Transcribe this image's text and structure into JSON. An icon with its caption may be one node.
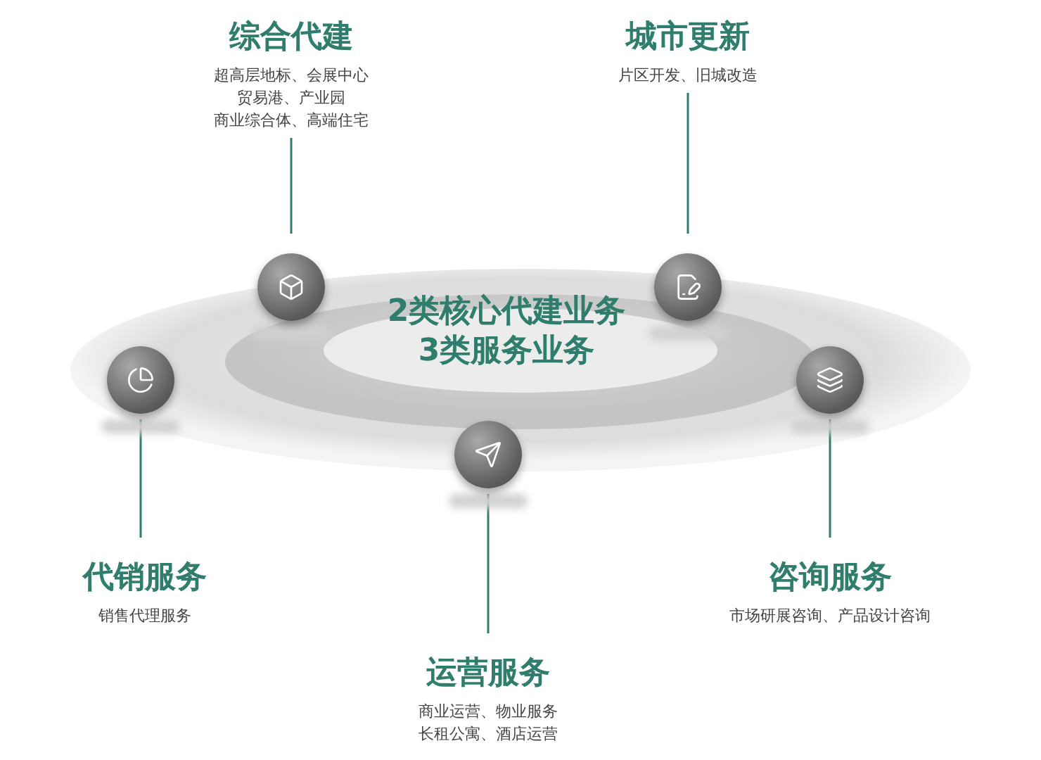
{
  "diagram": {
    "nodes": [
      {
        "text": [
          "综合代建",
          "超高层地标、会展中心",
          "贸易港、产业园",
          "商业综合体、高端住宅"
        ]
      },
      {
        "text": [
          "城市更新",
          "片区开发、旧城改造"
        ]
      },
      {
        "text": [],
        "shape": "circle"
      },
      {
        "text": [],
        "shape": "circle"
      },
      {
        "text": [],
        "shape": "circle"
      },
      {
        "text": [],
        "shape": "circle"
      },
      {
        "text": [],
        "shape": "circle"
      },
      {
        "text": [
          "代销服务",
          "销售代理服务"
        ]
      },
      {
        "text": [
          "咨询服务",
          "市场研展咨询、产品设计咨询"
        ]
      },
      {
        "text": [
          "运营服务",
          "商业运营、物业服务",
          "长租公寓、酒店运营"
        ]
      }
    ],
    "edges": [
      {
        "from": 0,
        "to": 2,
        "arrow": "none"
      },
      {
        "from": 1,
        "to": 3,
        "arrow": "none"
      },
      {
        "from": 4,
        "to": 7,
        "arrow": "none"
      },
      {
        "from": 5,
        "to": 8,
        "arrow": "none"
      },
      {
        "from": 6,
        "to": 9,
        "arrow": "none"
      }
    ],
    "labels": [
      "2类核心代建业务",
      "3类服务业务"
    ]
  }
}
